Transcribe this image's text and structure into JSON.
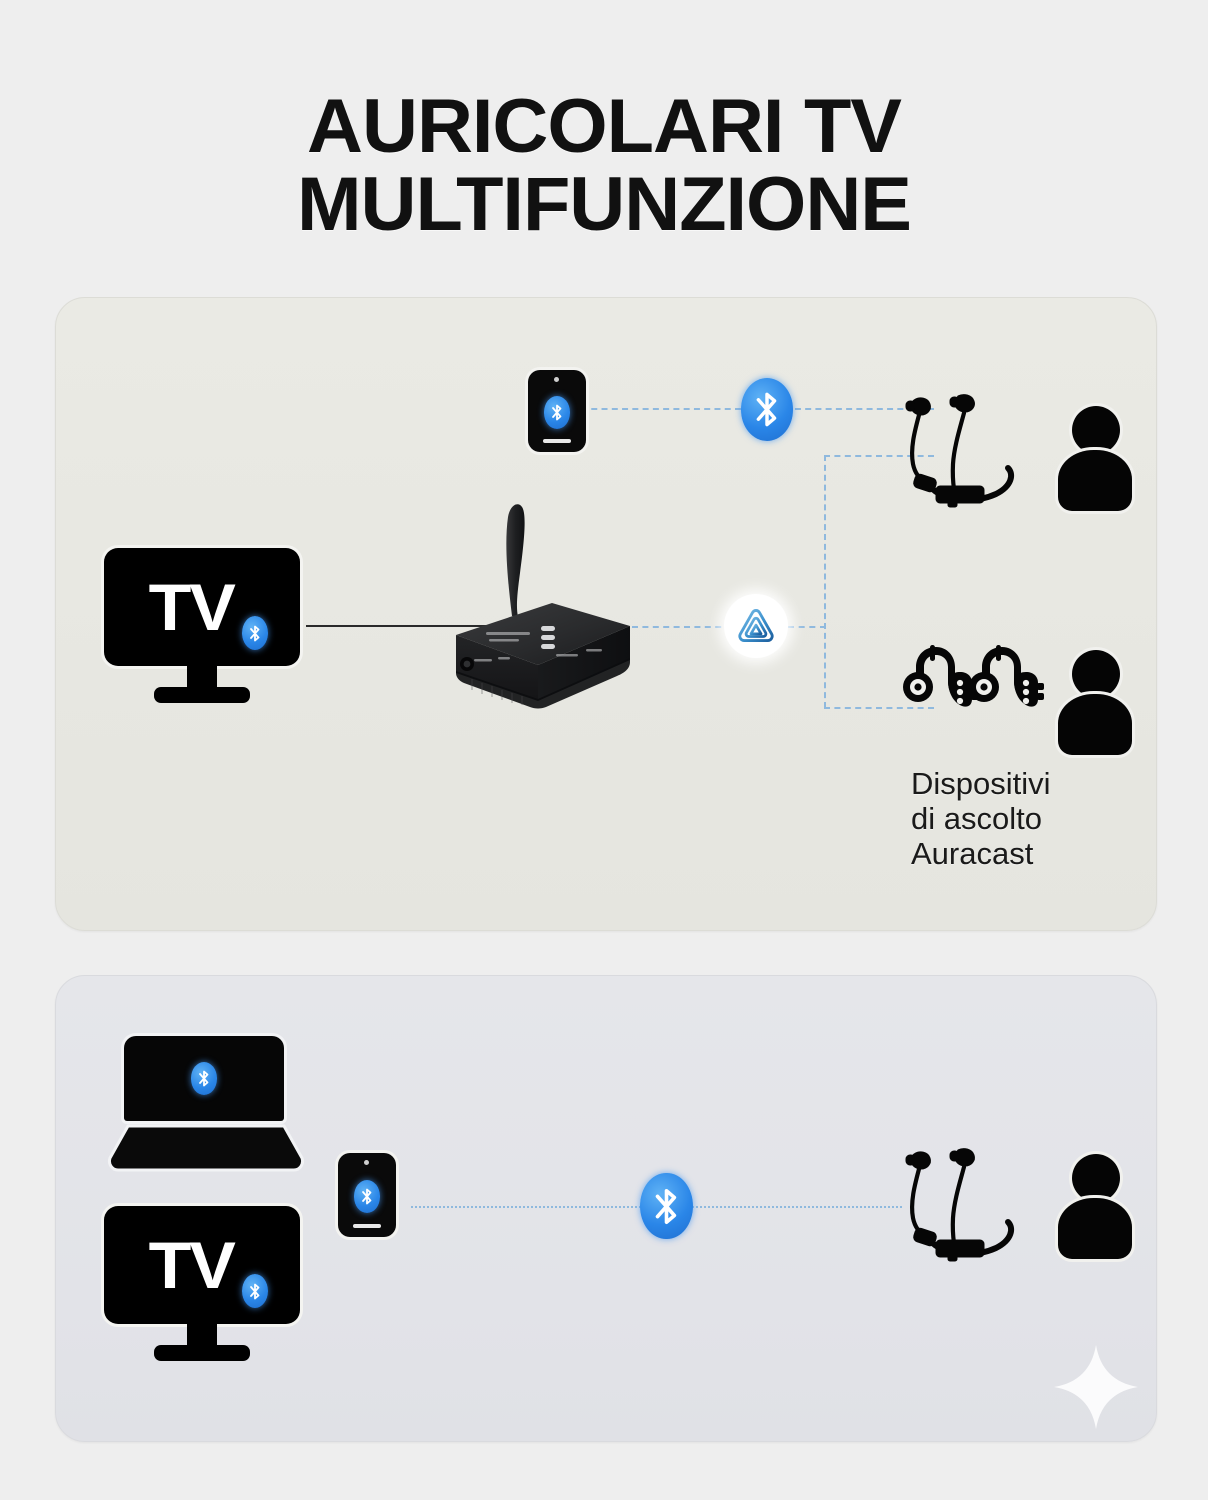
{
  "title": {
    "line1": "AURICOLARI TV",
    "line2": "MULTIFUNZIONE"
  },
  "colors": {
    "page_background": "#eeeeee",
    "panel_top_background": "#e8e8e2",
    "panel_bottom_background": "#e3e4e9",
    "bluetooth_blue": "#2a86e8",
    "auracast_blue": "#2b7fc4",
    "connector_blue": "#8fb9de",
    "device_black": "#050505",
    "text_black": "#111111"
  },
  "panel_top": {
    "name": "auracast-broadcast-diagram",
    "tv": {
      "label": "TV",
      "badge_icon": "bluetooth-icon"
    },
    "phone": {
      "icon": "bluetooth-icon"
    },
    "bluetooth_node": {
      "icon": "bluetooth-icon"
    },
    "auracast_node": {
      "icon": "auracast-icon"
    },
    "transmitter": {
      "icon": "bluetooth-transmitter-device",
      "antenna": "antenna",
      "led_indicators": 3
    },
    "receivers": [
      {
        "icon": "neckband-earphones-icon",
        "listener": "person-silhouette"
      },
      {
        "icon": "hearing-aids-icon",
        "listener": "person-silhouette",
        "caption": "Dispositivi\ndi ascolto\nAuracast"
      }
    ]
  },
  "panel_bottom": {
    "name": "bluetooth-direct-diagram",
    "laptop": {
      "icon": "bluetooth-icon"
    },
    "tv": {
      "label": "TV",
      "badge_icon": "bluetooth-icon"
    },
    "phone": {
      "icon": "bluetooth-icon"
    },
    "bluetooth_node": {
      "icon": "bluetooth-icon"
    },
    "receiver": {
      "icon": "neckband-earphones-icon",
      "listener": "person-silhouette"
    },
    "decoration": "sparkle-icon"
  }
}
